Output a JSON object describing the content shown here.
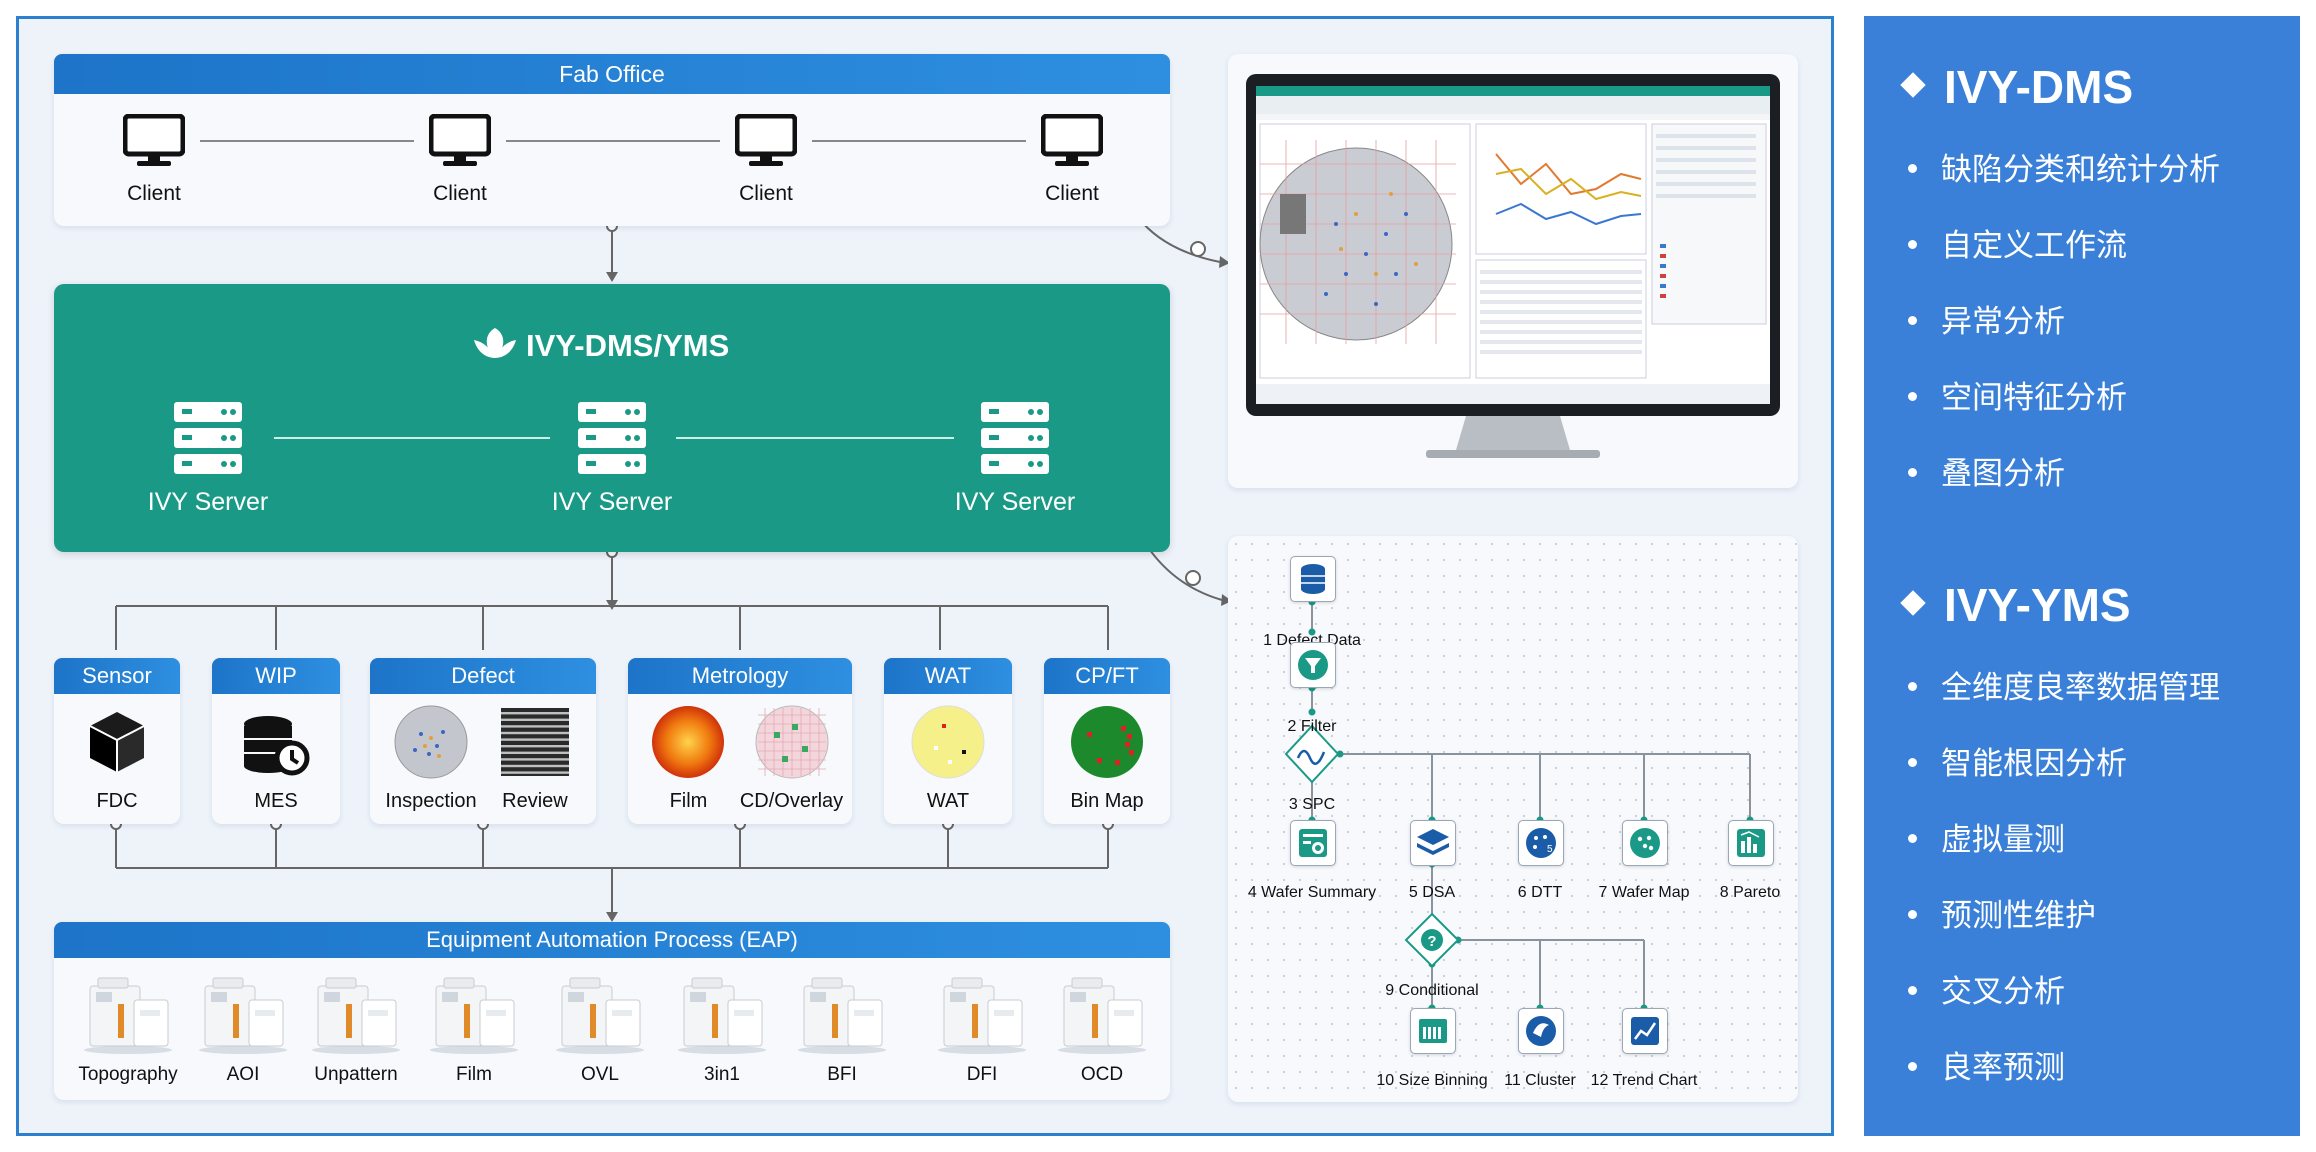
{
  "fab_office": {
    "title": "Fab Office",
    "clients": [
      "Client",
      "Client",
      "Client",
      "Client"
    ]
  },
  "platform": {
    "logo_text": "IVY-DMS/YMS",
    "servers": [
      "IVY Server",
      "IVY Server",
      "IVY Server"
    ]
  },
  "sources": [
    {
      "header": "Sensor",
      "items": [
        "FDC"
      ]
    },
    {
      "header": "WIP",
      "items": [
        "MES"
      ]
    },
    {
      "header": "Defect",
      "items": [
        "Inspection",
        "Review"
      ]
    },
    {
      "header": "Metrology",
      "items": [
        "Film",
        "CD/Overlay"
      ]
    },
    {
      "header": "WAT",
      "items": [
        "WAT"
      ]
    },
    {
      "header": "CP/FT",
      "items": [
        "Bin Map"
      ]
    }
  ],
  "eap": {
    "title": "Equipment Automation Process (EAP)",
    "tools": [
      "Topography",
      "AOI",
      "Unpattern",
      "Film",
      "OVL",
      "3in1",
      "BFI",
      "DFI",
      "OCD"
    ]
  },
  "workflow": {
    "nodes": [
      "1 Defect Data",
      "2 Filter",
      "3 SPC",
      "4 Wafer Summary",
      "5 DSA",
      "6 DTT",
      "7 Wafer Map",
      "8 Pareto",
      "9 Conditional",
      "10 Size Binning",
      "11 Cluster",
      "12 Trend Chart"
    ]
  },
  "sidebar": {
    "dms": {
      "title": "IVY-DMS",
      "items": [
        "缺陷分类和统计分析",
        "自定义工作流",
        "异常分析",
        "空间特征分析",
        "叠图分析"
      ]
    },
    "yms": {
      "title": "IVY-YMS",
      "items": [
        "全维度良率数据管理",
        "智能根因分析",
        "虚拟量测",
        "预测性维护",
        "交叉分析",
        "良率预测"
      ]
    }
  },
  "colors": {
    "frame": "#2d7fd0",
    "header_blue": "#1d74c8",
    "platform_green": "#1a9a86",
    "sidebar_blue": "#3a80d8",
    "workflow_teal": "#1a9a86"
  },
  "icons": {
    "client": "monitor-icon",
    "server": "server-icon",
    "sensor": "cube-icon",
    "wip": "database-clock-icon",
    "logo": "leaf-logo-icon"
  }
}
